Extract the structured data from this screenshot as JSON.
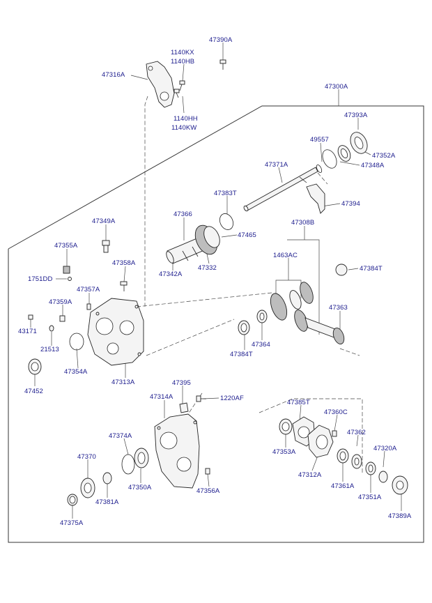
{
  "labels": [
    "47390A",
    "1140KX",
    "1140HB",
    "47316A",
    "47300A",
    "1140HH",
    "1140KW",
    "47393A",
    "49557",
    "47352A",
    "47348A",
    "47371A",
    "47383T",
    "47394",
    "47366",
    "47308B",
    "47465",
    "47349A",
    "47355A",
    "47342A",
    "47332",
    "1463AC",
    "47358A",
    "47384T",
    "1751DD",
    "47357A",
    "47359A",
    "47363",
    "43171",
    "21513",
    "47364",
    "47384T",
    "47354A",
    "47313A",
    "47452",
    "47395",
    "47314A",
    "1220AF",
    "47385T",
    "47360C",
    "47374A",
    "47362",
    "47320A",
    "47353A",
    "47370",
    "47312A",
    "47350A",
    "47356A",
    "47361A",
    "47381A",
    "47351A",
    "47389A",
    "47375A"
  ],
  "colors": {
    "label": "#1a1a8c",
    "line": "#222222"
  }
}
